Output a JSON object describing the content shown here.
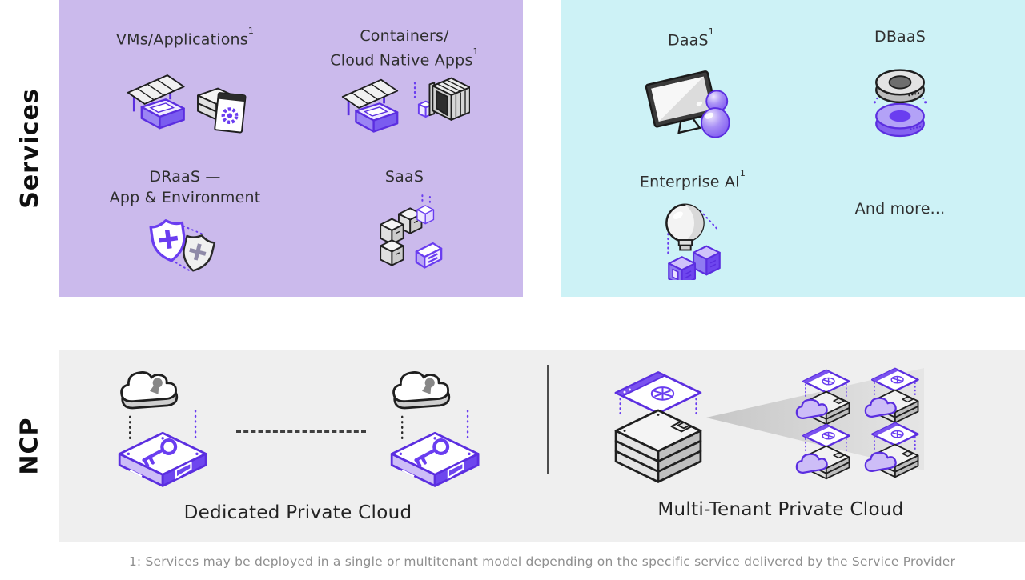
{
  "side_labels": {
    "services": "Services",
    "ncp": "NCP"
  },
  "services_left": {
    "items": [
      {
        "line1": "VMs/Applications",
        "line1_sup": "1"
      },
      {
        "line1": "Containers/",
        "line2": "Cloud Native Apps",
        "line2_sup": "1"
      },
      {
        "line1": "DRaaS —",
        "line2": "App & Environment"
      },
      {
        "line1": "SaaS"
      }
    ]
  },
  "services_right": {
    "items": [
      {
        "line1": "DaaS",
        "line1_sup": "1"
      },
      {
        "line1": "DBaaS"
      },
      {
        "line1": "Enterprise AI",
        "line1_sup": "1"
      },
      {
        "line1": "And more..."
      }
    ]
  },
  "ncp": {
    "dedicated_label": "Dedicated Private Cloud",
    "multi_tenant_label": "Multi-Tenant Private Cloud"
  },
  "footnote": "1: Services may be deployed in a single or multitenant model depending on the specific service delivered by the Service Provider",
  "colors": {
    "panel_purple": "#cbbaec",
    "panel_cyan": "#cdf2f6",
    "panel_gray": "#efefef",
    "accent_purple": "#6a3df0",
    "accent_purple_dark": "#5b2ee0",
    "text_dark": "#2f2f2f",
    "footnote_gray": "#8f8f8f"
  },
  "icons": {
    "services_left": [
      "vm-store-server-icon",
      "container-open-box-icon",
      "draas-shields-icon",
      "saas-cubes-icon"
    ],
    "services_right": [
      "daas-monitor-user-icon",
      "dbaas-database-icon",
      "enterprise-ai-bulb-icon",
      ""
    ],
    "ncp": [
      "dedicated-cloud-key-icon",
      "dedicated-cloud-key-icon",
      "multi-tenant-stack-icon",
      "tenant-cloud-mini-icon"
    ]
  }
}
